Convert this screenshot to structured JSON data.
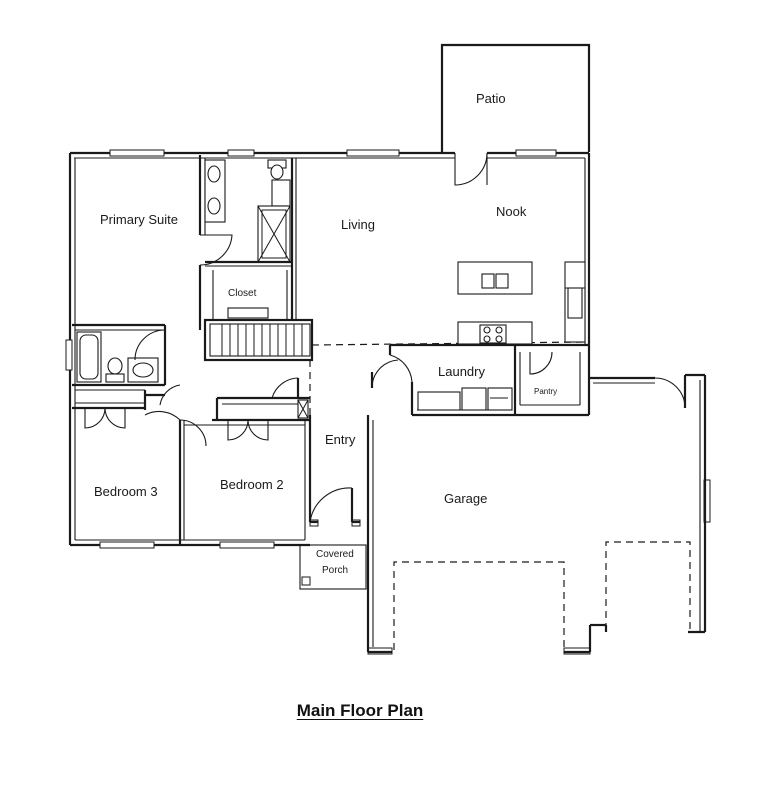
{
  "title": "Main Floor Plan",
  "rooms": {
    "patio": "Patio",
    "nook": "Nook",
    "living": "Living",
    "primary_suite": "Primary Suite",
    "closet": "Closet",
    "laundry": "Laundry",
    "pantry": "Pantry",
    "entry": "Entry",
    "bedroom3": "Bedroom 3",
    "bedroom2": "Bedroom 2",
    "garage": "Garage",
    "covered_porch_line1": "Covered",
    "covered_porch_line2": "Porch"
  }
}
